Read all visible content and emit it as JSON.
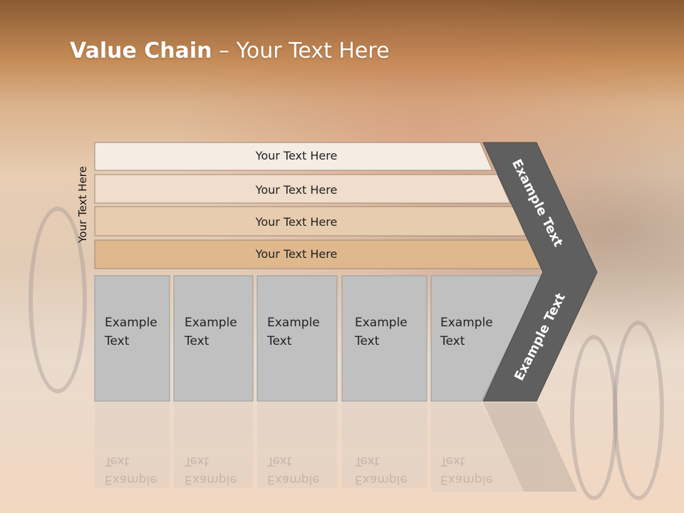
{
  "slide": {
    "title_bold": "Value Chain",
    "title_rest": " – Your Text Here",
    "side_label": "Your Text Here"
  },
  "bars": [
    {
      "label": "Your Text Here",
      "color": "#f5ece4"
    },
    {
      "label": "Your Text Here",
      "color": "#f0ddcc"
    },
    {
      "label": "Your Text Here",
      "color": "#e8ccb0"
    },
    {
      "label": "Your Text Here",
      "color": "#dfb88e"
    }
  ],
  "cells": [
    {
      "line1": "Example",
      "line2": "Text"
    },
    {
      "line1": "Example",
      "line2": "Text"
    },
    {
      "line1": "Example",
      "line2": "Text"
    },
    {
      "line1": "Example",
      "line2": "Text"
    },
    {
      "line1": "Example",
      "line2": "Text"
    }
  ],
  "chevron": {
    "upper": "Example Text",
    "lower": "Example Text",
    "color": "#5f5f5f"
  },
  "colors": {
    "cell_fill": "#c0c0c0",
    "cell_border": "#9a9a9a",
    "bar_border": "#9c8a78"
  }
}
